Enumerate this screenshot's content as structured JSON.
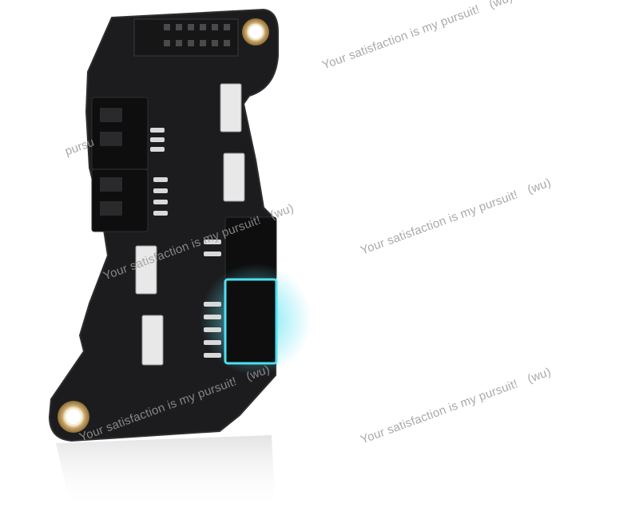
{
  "image": {
    "subject": "pcb-toolhead-breakout-board",
    "colors": {
      "background": "#ffffff",
      "pcb": "#1c1c1e",
      "connector": "#111111",
      "led_glow": "#3fd0e6",
      "mount_ring": "#c9a86a",
      "watermark": "#9a9a9a"
    }
  },
  "watermarks": {
    "text": "Your satisfaction is my pursuit!",
    "tag": "(wu)",
    "partial": "pursu"
  }
}
